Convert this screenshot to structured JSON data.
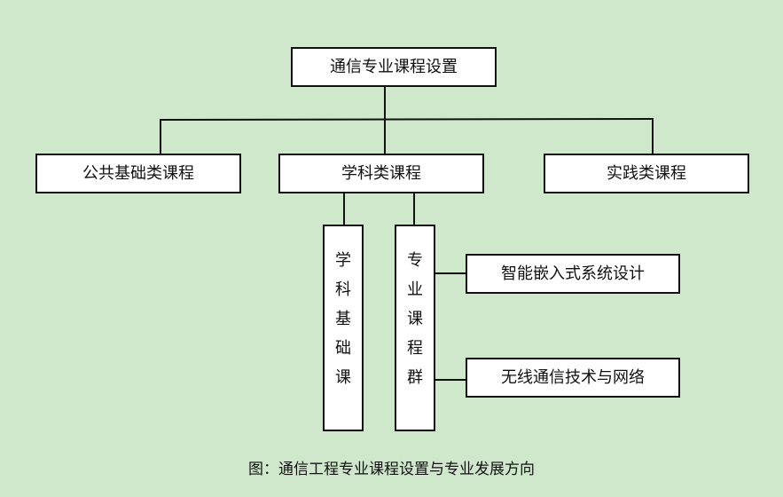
{
  "diagram": {
    "root": {
      "label": "通信专业课程设置"
    },
    "categories": [
      {
        "label": "公共基础类课程"
      },
      {
        "label": "学科类课程"
      },
      {
        "label": "实践类课程"
      }
    ],
    "subgroups": [
      {
        "label": "学科基础课"
      },
      {
        "label": "专业课程群"
      }
    ],
    "directions": [
      {
        "label": "智能嵌入式系统设计"
      },
      {
        "label": "无线通信技术与网络"
      }
    ],
    "caption": "图：通信工程专业课程设置与专业发展方向"
  },
  "colors": {
    "background": "#cfe8cb",
    "box_fill": "#ffffff",
    "stroke": "#111111"
  }
}
